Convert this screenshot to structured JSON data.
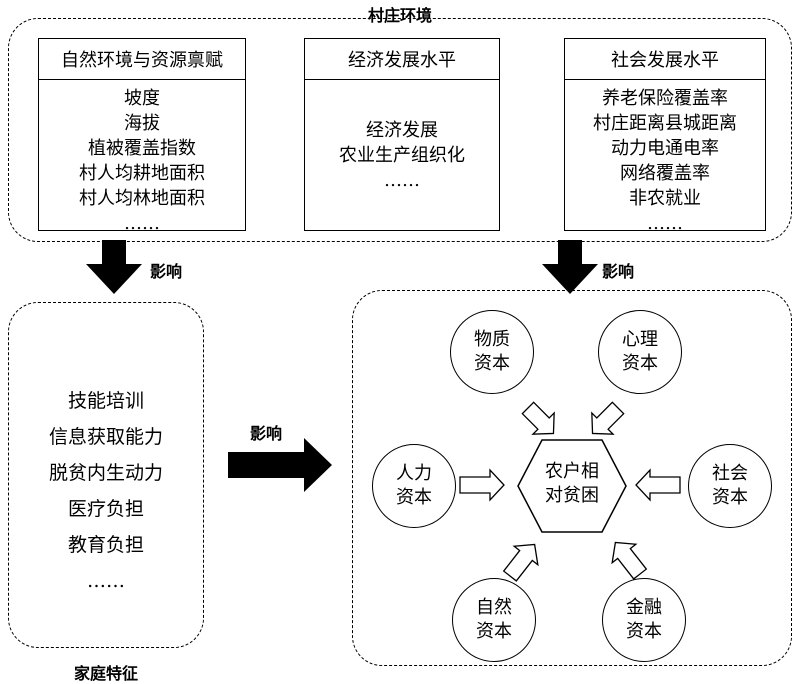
{
  "village": {
    "title": "村庄环境",
    "boxes": [
      {
        "title": "自然环境与资源禀赋",
        "items": [
          "坡度",
          "海拔",
          "植被覆盖指数",
          "村人均耕地面积",
          "村人均林地面积",
          "……"
        ]
      },
      {
        "title": "经济发展水平",
        "items": [
          "经济发展",
          "农业生产组织化",
          "……"
        ]
      },
      {
        "title": "社会发展水平",
        "items": [
          "养老保险覆盖率",
          "村庄距离县城距离",
          "动力电通电率",
          "网络覆盖率",
          "非农就业",
          "……"
        ]
      }
    ]
  },
  "arrows": {
    "influence_left": "影响",
    "influence_right": "影响",
    "influence_mid": "影响"
  },
  "family": {
    "title": "家庭特征",
    "items": [
      "技能培训",
      "信息获取能力",
      "脱贫内生动力",
      "医疗负担",
      "教育负担",
      "……"
    ]
  },
  "poverty": {
    "center": [
      "农户相",
      "对贫困"
    ],
    "capitals": {
      "material": [
        "物质",
        "资本"
      ],
      "psychological": [
        "心理",
        "资本"
      ],
      "human": [
        "人力",
        "资本"
      ],
      "social": [
        "社会",
        "资本"
      ],
      "natural": [
        "自然",
        "资本"
      ],
      "financial": [
        "金融",
        "资本"
      ]
    }
  }
}
